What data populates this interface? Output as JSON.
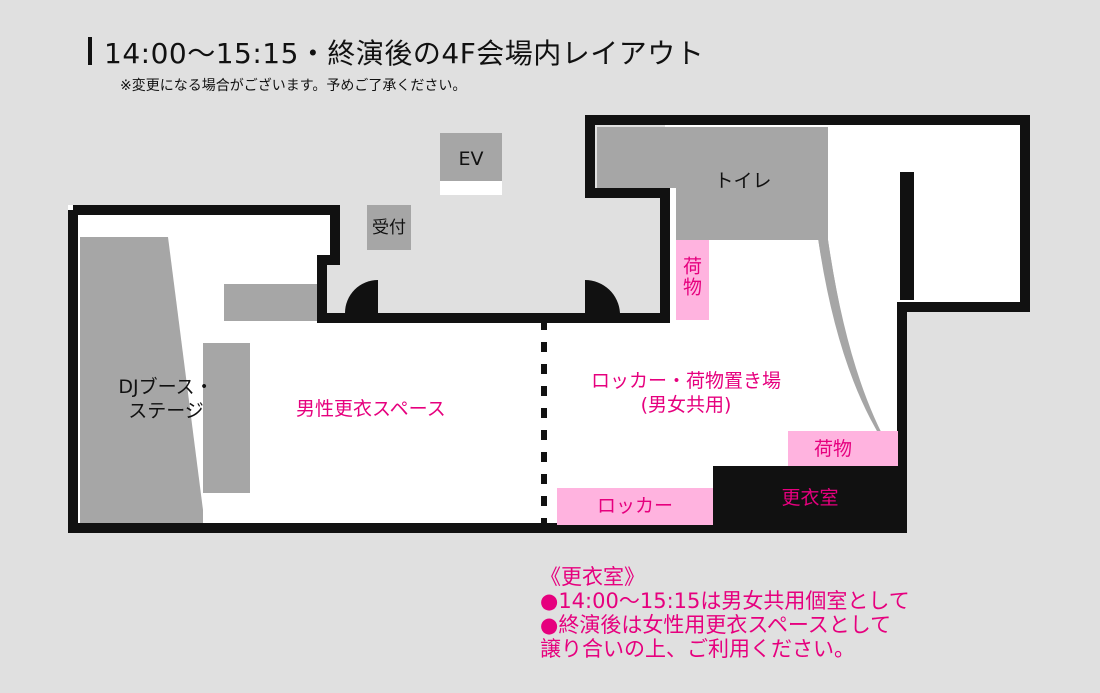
{
  "header": {
    "title": "14:00〜15:15・終演後の4F会場内レイアウト",
    "subtitle": "※変更になる場合がございます。予めご了承ください。"
  },
  "areas": {
    "ev": "EV",
    "reception": "受付",
    "toilet": "トイレ",
    "luggage_top": "荷物",
    "dj_booth_line1": "DJブース・",
    "dj_booth_line2": "ステージ",
    "mens_changing": "男性更衣スペース",
    "locker_area_line1": "ロッカー・荷物置き場",
    "locker_area_line2": "(男女共用)",
    "luggage_right": "荷物",
    "locker": "ロッカー",
    "changing_room": "更衣室"
  },
  "notes": {
    "heading": "《更衣室》",
    "line1": "●14:00〜15:15は男女共用個室として",
    "line2": "●終演後は女性用更衣スペースとして",
    "line3": "譲り合いの上、ご利用ください。"
  },
  "colors": {
    "background": "#e0e0e0",
    "wall": "#111111",
    "fixture": "#a6a6a6",
    "highlight": "#ffb3df",
    "accent_text": "#e6007e"
  }
}
